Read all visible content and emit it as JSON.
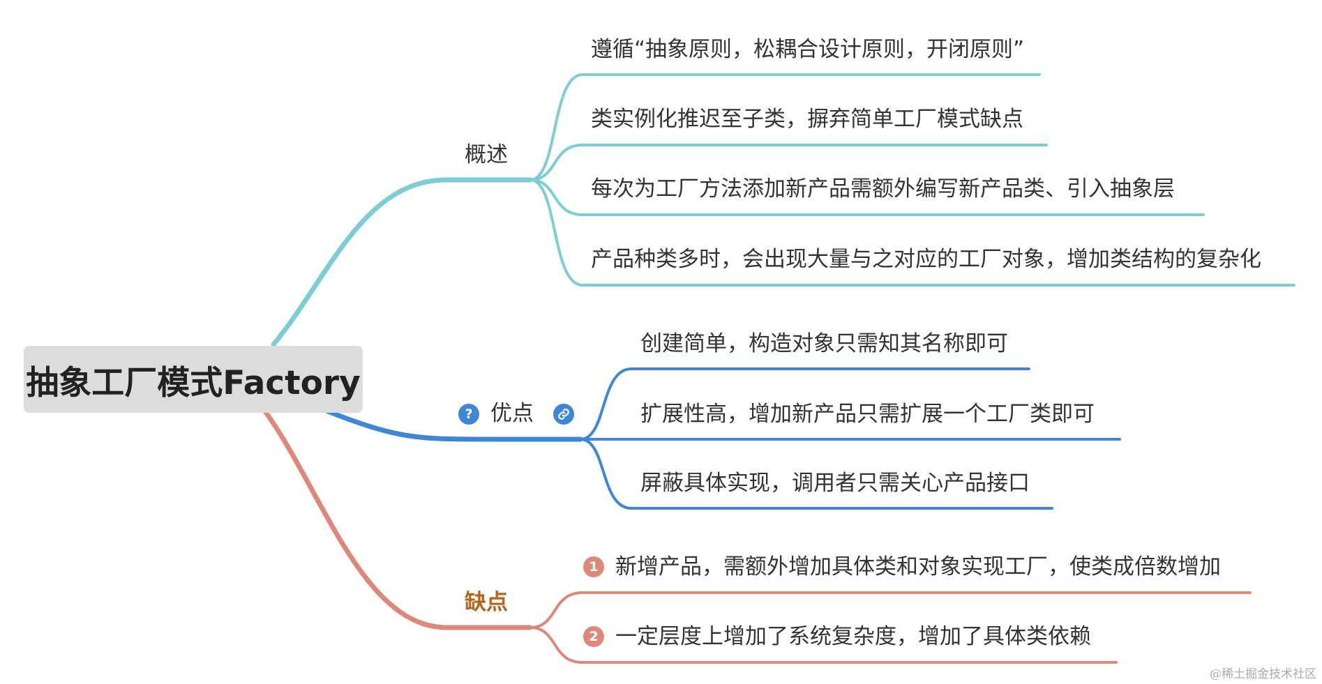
{
  "root": {
    "label": "抽象工厂模式Factory"
  },
  "colors": {
    "overview": "#7dcdd6",
    "pros": "#3e86d6",
    "cons": "#dd8878",
    "cons_label": "#b5621a",
    "root_bg": "#dcdcdc"
  },
  "branches": {
    "overview": {
      "label": "概述",
      "items": [
        "遵循“抽象原则，松耦合设计原则，开闭原则”",
        "类实例化推迟至子类，摒弃简单工厂模式缺点",
        "每次为工厂方法添加新产品需额外编写新产品类、引入抽象层",
        "产品种类多时，会出现大量与之对应的工厂对象，增加类结构的复杂化"
      ]
    },
    "pros": {
      "label": "优点",
      "icons": [
        "question-icon",
        "link-icon"
      ],
      "question_glyph": "?",
      "items": [
        "创建简单，构造对象只需知其名称即可",
        "扩展性高，增加新产品只需扩展一个工厂类即可",
        "屏蔽具体实现，调用者只需关心产品接口"
      ]
    },
    "cons": {
      "label": "缺点",
      "markers": [
        "1",
        "2"
      ],
      "items": [
        "新增产品，需额外增加具体类和对象实现工厂，使类成倍数增加",
        "一定层度上增加了系统复杂度，增加了具体类依赖"
      ]
    }
  },
  "watermark": "@稀土掘金技术社区"
}
